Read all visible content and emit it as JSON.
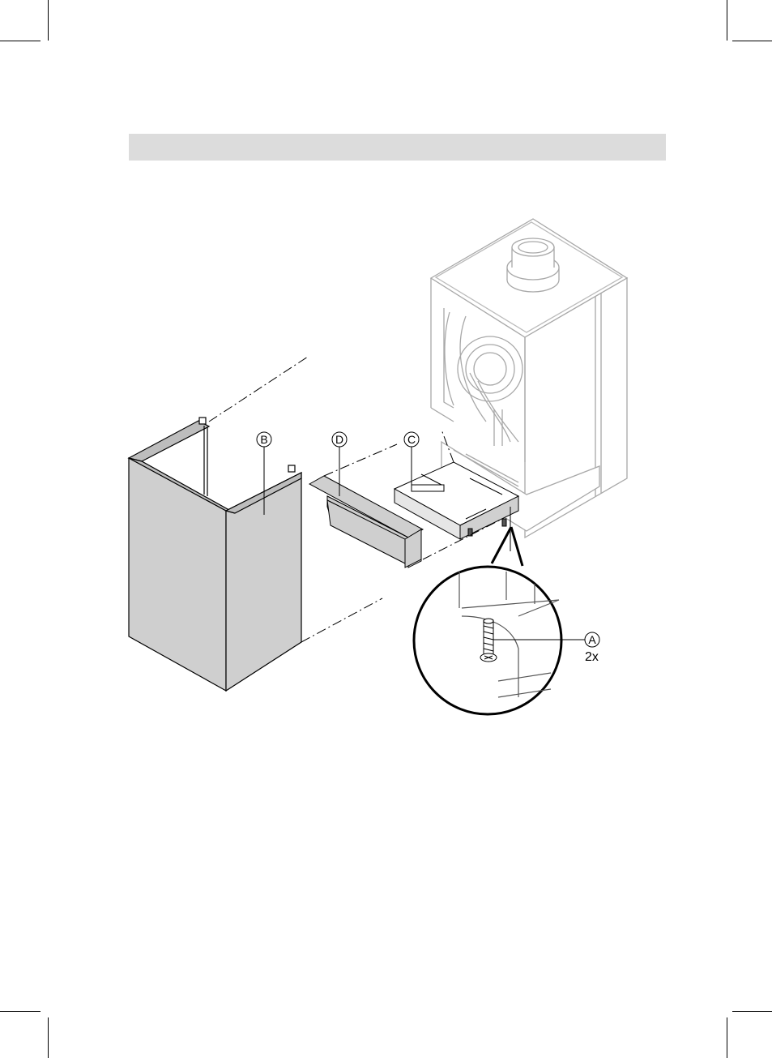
{
  "header_bar": {
    "text": ""
  },
  "diagram": {
    "labels": {
      "A": "A",
      "B": "B",
      "C": "C",
      "D": "D"
    },
    "quantity": "2x"
  },
  "colors": {
    "panel_fill": "#cfcfcf",
    "header_bar": "#dcdcdc",
    "line": "#000000",
    "ghost_line": "#9a9a9a"
  }
}
